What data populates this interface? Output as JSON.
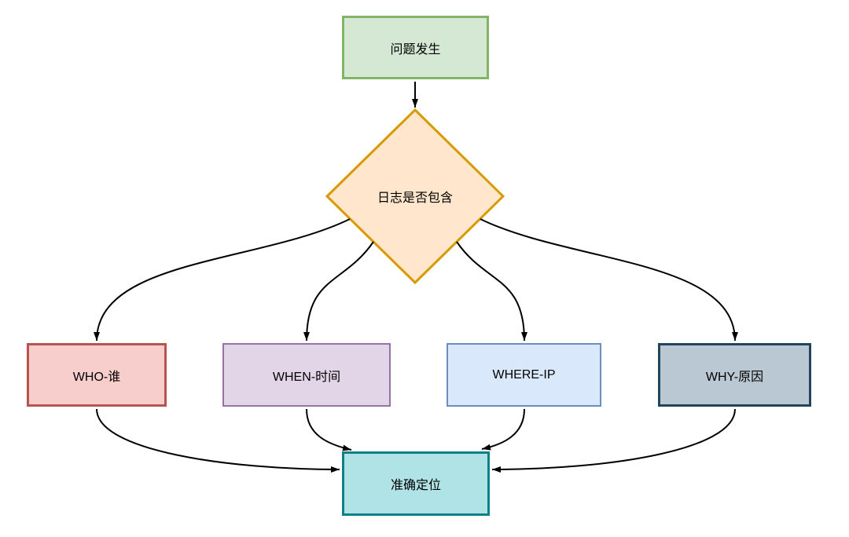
{
  "diagram": {
    "type": "flowchart",
    "background_color": "#ffffff",
    "arrow_color": "#000000",
    "nodes": [
      {
        "id": "start",
        "label": "问题发生",
        "shape": "rectangle",
        "fill": "#d5e8d4",
        "stroke": "#82b366"
      },
      {
        "id": "decision",
        "label": "日志是否包含",
        "shape": "diamond",
        "fill": "#ffe6cc",
        "stroke": "#d79b00"
      },
      {
        "id": "who",
        "label": "WHO-谁",
        "shape": "rectangle",
        "fill": "#f8cecc",
        "stroke": "#b85450"
      },
      {
        "id": "when",
        "label": "WHEN-时间",
        "shape": "rectangle",
        "fill": "#e1d5e7",
        "stroke": "#9673a6"
      },
      {
        "id": "where",
        "label": "WHERE-IP",
        "shape": "rectangle",
        "fill": "#dae8fc",
        "stroke": "#6c8ebf"
      },
      {
        "id": "why",
        "label": "WHY-原因",
        "shape": "rectangle",
        "fill": "#bac8d3",
        "stroke": "#23445d"
      },
      {
        "id": "end",
        "label": "准确定位",
        "shape": "rectangle",
        "fill": "#b0e3e6",
        "stroke": "#0e8088"
      }
    ],
    "edges": [
      {
        "from": "start",
        "to": "decision",
        "label": ""
      },
      {
        "from": "decision",
        "to": "who",
        "label": ""
      },
      {
        "from": "decision",
        "to": "when",
        "label": ""
      },
      {
        "from": "decision",
        "to": "where",
        "label": ""
      },
      {
        "from": "decision",
        "to": "why",
        "label": ""
      },
      {
        "from": "who",
        "to": "end",
        "label": ""
      },
      {
        "from": "when",
        "to": "end",
        "label": ""
      },
      {
        "from": "where",
        "to": "end",
        "label": ""
      },
      {
        "from": "why",
        "to": "end",
        "label": ""
      }
    ]
  }
}
